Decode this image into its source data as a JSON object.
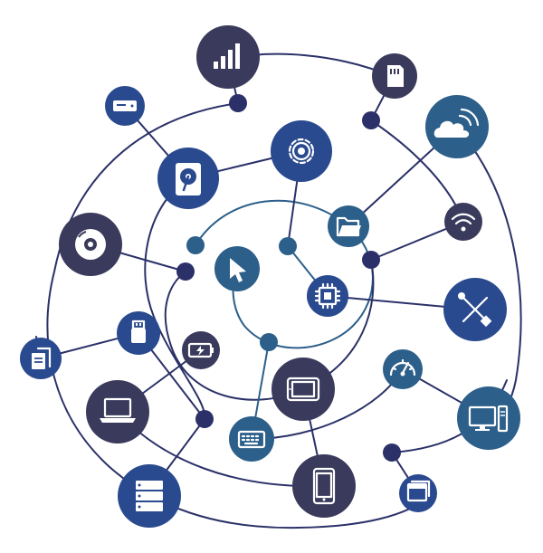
{
  "colors": {
    "navy": "#2b3168",
    "dark": "#3a3a5c",
    "blue": "#2a4a8f",
    "teal": "#2c5f8a",
    "wire": "#2b3168",
    "wire_teal": "#2c5f8a"
  },
  "nodes": [
    {
      "id": "signal",
      "icon": "signal-bars-icon"
    },
    {
      "id": "sdcard",
      "icon": "sd-card-icon"
    },
    {
      "id": "cloud",
      "icon": "cloud-wifi-icon"
    },
    {
      "id": "drive",
      "icon": "external-drive-icon"
    },
    {
      "id": "harddisk",
      "icon": "hard-disk-icon"
    },
    {
      "id": "settings",
      "icon": "gear-icon"
    },
    {
      "id": "wifi",
      "icon": "wifi-icon"
    },
    {
      "id": "folder",
      "icon": "folder-icon"
    },
    {
      "id": "disc",
      "icon": "optical-disc-icon"
    },
    {
      "id": "cursor",
      "icon": "cursor-icon"
    },
    {
      "id": "chip",
      "icon": "cpu-chip-icon"
    },
    {
      "id": "tools",
      "icon": "tools-icon"
    },
    {
      "id": "usb",
      "icon": "usb-stick-icon"
    },
    {
      "id": "battery",
      "icon": "battery-icon"
    },
    {
      "id": "document",
      "icon": "copy-document-icon"
    },
    {
      "id": "gauge",
      "icon": "speedometer-icon"
    },
    {
      "id": "laptop",
      "icon": "laptop-icon"
    },
    {
      "id": "tablet",
      "icon": "tablet-icon"
    },
    {
      "id": "desktop",
      "icon": "desktop-computer-icon"
    },
    {
      "id": "keyboard",
      "icon": "keyboard-icon"
    },
    {
      "id": "server",
      "icon": "server-icon"
    },
    {
      "id": "phone",
      "icon": "smartphone-icon"
    },
    {
      "id": "window",
      "icon": "app-window-icon"
    }
  ]
}
